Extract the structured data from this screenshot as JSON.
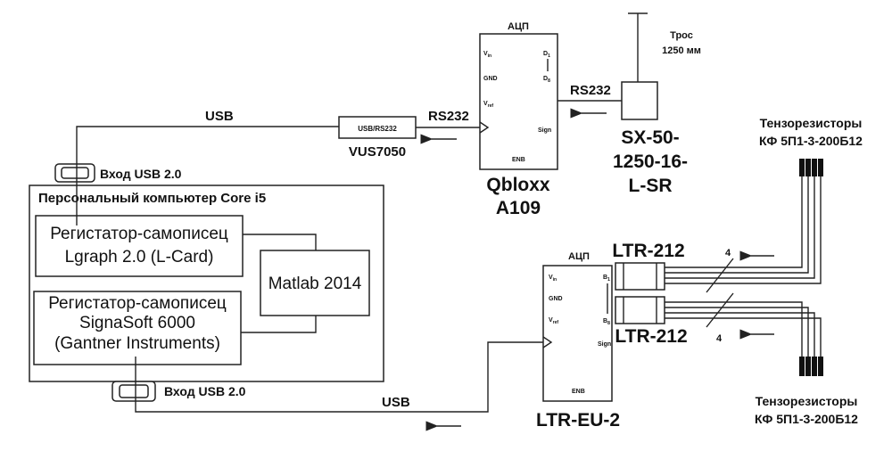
{
  "pc": {
    "title": "Персональный компьютер Core i5",
    "usb_in_top": "Вход USB 2.0",
    "usb_in_bottom": "Вход USB 2.0"
  },
  "recorder1": {
    "line1": "Регистатор-самописец",
    "line2": "Lgraph 2.0 (L-Card)"
  },
  "recorder2": {
    "line1": "Регистатор-самописец",
    "line2": "SignaSoft 6000",
    "line3": "(Gantner Instruments)"
  },
  "matlab": {
    "label": "Matlab 2014"
  },
  "converter": {
    "label": "USB/RS232",
    "name": "VUS7050"
  },
  "links": {
    "usb_top": "USB",
    "rs232_left": "RS232",
    "rs232_right": "RS232",
    "usb_bottom": "USB",
    "bus_count_top": "4",
    "bus_count_bottom": "4"
  },
  "adc1": {
    "title": "АЦП",
    "name_line1": "Qbloxx",
    "name_line2": "A109",
    "pins": {
      "vin": "V",
      "vin_sub": "in",
      "gnd": "GND",
      "vref": "V",
      "vref_sub": "ref",
      "d1": "D",
      "d1_sub": "1",
      "d8": "D",
      "d8_sub": "8",
      "sign": "Sign",
      "enb": "ENB"
    }
  },
  "sensor": {
    "cable_line1": "Трос",
    "cable_line2": "1250 мм",
    "model_line1": "SX-50-",
    "model_line2": "1250-16-",
    "model_line3": "L-SR"
  },
  "adc2": {
    "title": "АЦП",
    "name": "LTR-EU-2",
    "module_top": "LTR-212",
    "module_bottom": "LTR-212",
    "pins": {
      "vin": "V",
      "vin_sub": "in",
      "gnd": "GND",
      "vref": "V",
      "vref_sub": "ref",
      "b1": "B",
      "b1_sub": "1",
      "b8": "B",
      "b8_sub": "8",
      "sign": "Sign",
      "enb": "ENB"
    }
  },
  "strain_top": {
    "line1": "Тензорезисторы",
    "line2": "КФ 5П1-3-200Б12"
  },
  "strain_bottom": {
    "line1": "Тензорезисторы",
    "line2": "КФ 5П1-3-200Б12"
  }
}
